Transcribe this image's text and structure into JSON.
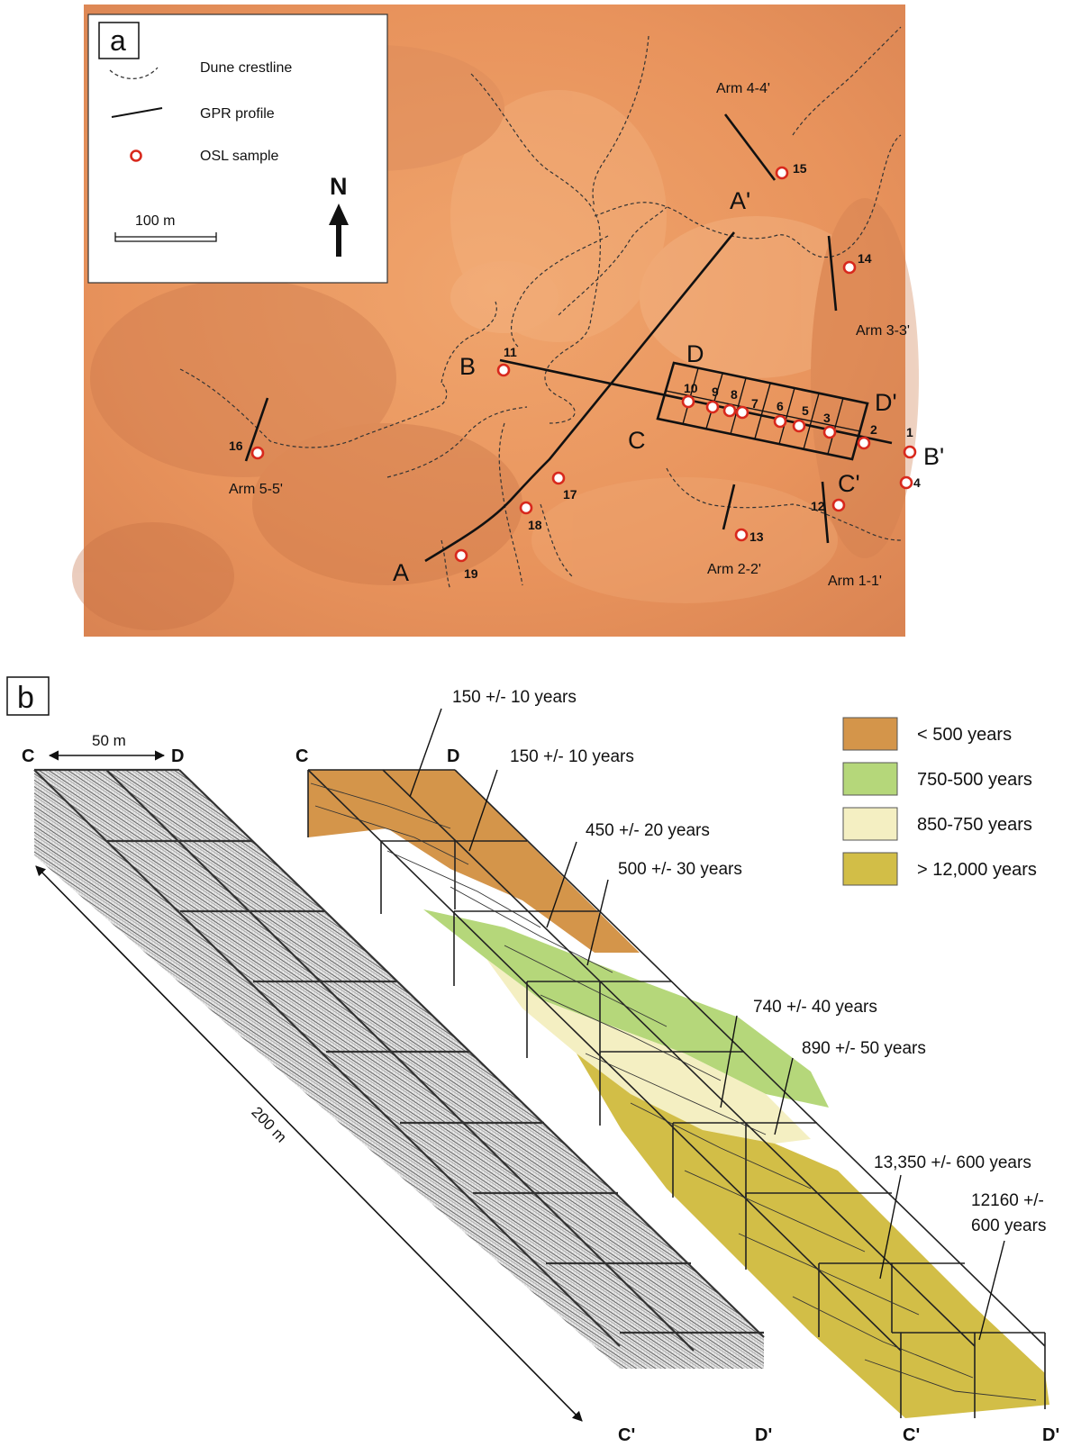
{
  "panel_a": {
    "tag": "a",
    "legend": {
      "crestline": "Dune crestline",
      "gpr": "GPR profile",
      "osl": "OSL sample",
      "scale": "100 m",
      "north": "N"
    },
    "profile_labels": {
      "A": "A",
      "A_prime": "A'",
      "B": "B",
      "B_prime": "B'",
      "C": "C",
      "C_prime": "C'",
      "D": "D",
      "D_prime": "D'"
    },
    "arms": {
      "arm1": "Arm 1-1'",
      "arm2": "Arm 2-2'",
      "arm3": "Arm 3-3'",
      "arm4": "Arm 4-4'",
      "arm5": "Arm 5-5'"
    },
    "samples": [
      "1",
      "2",
      "3",
      "4",
      "5",
      "6",
      "7",
      "8",
      "9",
      "10",
      "11",
      "12",
      "13",
      "14",
      "15",
      "16",
      "17",
      "18",
      "19"
    ],
    "colors": {
      "sand": "#e8965f",
      "sample_ring": "#d8281c"
    }
  },
  "panel_b": {
    "tag": "b",
    "width_label": "50 m",
    "length_label": "200 m",
    "corner_labels": {
      "C": "C",
      "D": "D",
      "C_prime": "C'",
      "D_prime": "D'"
    },
    "ages": {
      "a1": "150 +/- 10 years",
      "a2": "150 +/- 10 years",
      "a3": "450 +/- 20 years",
      "a4": "500 +/- 30 years",
      "a5": "740 +/- 40 years",
      "a6": "890 +/- 50 years",
      "a7": "13,350 +/- 600 years",
      "a8_l1": "12160 +/-",
      "a8_l2": "600 years"
    },
    "legend": [
      {
        "label": "< 500 years",
        "color": "#d4954a"
      },
      {
        "label": "750-500 years",
        "color": "#b5d77a"
      },
      {
        "label": "850-750 years",
        "color": "#f4efc2"
      },
      {
        "label": "> 12,000 years",
        "color": "#d2be47"
      }
    ]
  }
}
